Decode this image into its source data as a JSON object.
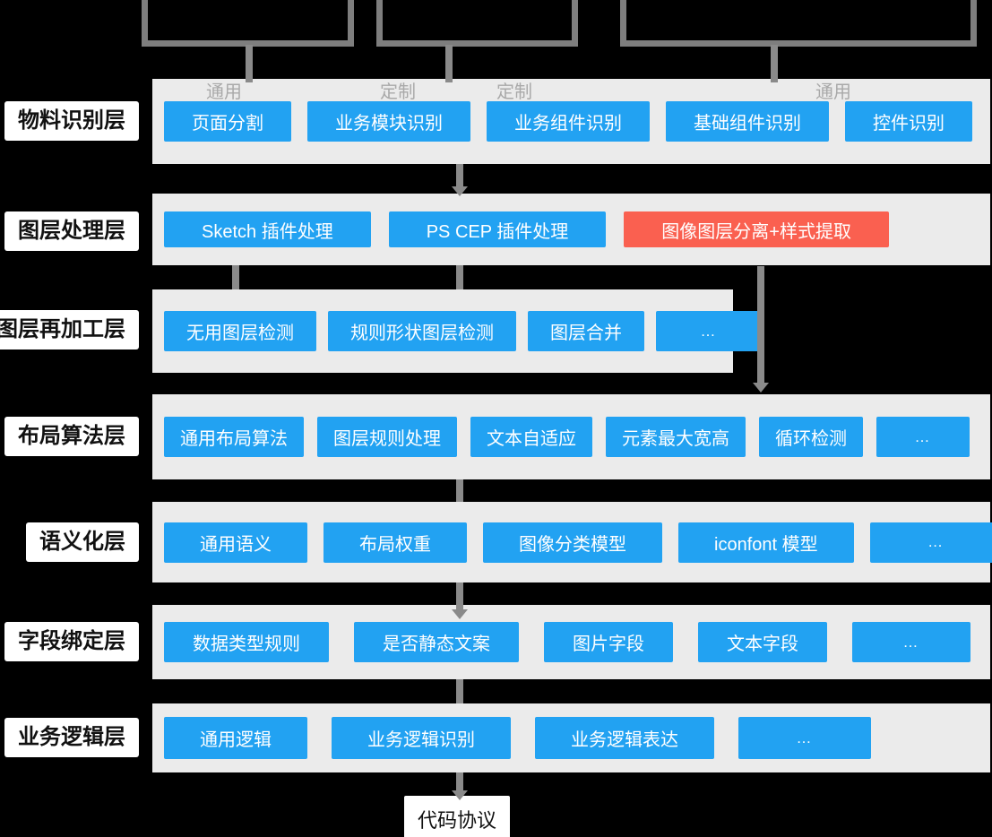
{
  "colors": {
    "button_blue": "#22A2F2",
    "button_red": "#FA6050",
    "panel_gray": "#EBEBEB",
    "connector_gray": "#8A8A8A",
    "annotation_gray": "#A9A9A9",
    "top_box_border_gray": "#7E7E7E",
    "background": "#000000"
  },
  "top_boxes": [
    {
      "label": ""
    },
    {
      "label": ""
    },
    {
      "label": ""
    }
  ],
  "row1_annotations": [
    "通用",
    "定制",
    "定制",
    "通用"
  ],
  "layers": [
    {
      "label": "物料识别层",
      "items": [
        {
          "text": "页面分割"
        },
        {
          "text": "业务模块识别"
        },
        {
          "text": "业务组件识别"
        },
        {
          "text": "基础组件识别"
        },
        {
          "text": "控件识别"
        }
      ]
    },
    {
      "label": "图层处理层",
      "items": [
        {
          "text": "Sketch 插件处理"
        },
        {
          "text": "PS CEP 插件处理"
        },
        {
          "text": "图像图层分离+样式提取",
          "variant": "red"
        }
      ]
    },
    {
      "label": "图层再加工层",
      "items": [
        {
          "text": "无用图层检测"
        },
        {
          "text": "规则形状图层检测"
        },
        {
          "text": "图层合并"
        },
        {
          "text": "…",
          "variant": "more"
        }
      ]
    },
    {
      "label": "布局算法层",
      "items": [
        {
          "text": "通用布局算法"
        },
        {
          "text": "图层规则处理"
        },
        {
          "text": "文本自适应"
        },
        {
          "text": "元素最大宽高"
        },
        {
          "text": "循环检测"
        },
        {
          "text": "…",
          "variant": "more"
        }
      ]
    },
    {
      "label": "语义化层",
      "items": [
        {
          "text": "通用语义"
        },
        {
          "text": "布局权重"
        },
        {
          "text": "图像分类模型"
        },
        {
          "text": "iconfont 模型"
        },
        {
          "text": "…",
          "variant": "more"
        }
      ]
    },
    {
      "label": "字段绑定层",
      "items": [
        {
          "text": "数据类型规则"
        },
        {
          "text": "是否静态文案"
        },
        {
          "text": "图片字段"
        },
        {
          "text": "文本字段"
        },
        {
          "text": "…",
          "variant": "more"
        }
      ]
    },
    {
      "label": "业务逻辑层",
      "items": [
        {
          "text": "通用逻辑"
        },
        {
          "text": "业务逻辑识别"
        },
        {
          "text": "业务逻辑表达"
        },
        {
          "text": "…",
          "variant": "more"
        }
      ]
    }
  ],
  "output": {
    "label": "代码协议"
  }
}
